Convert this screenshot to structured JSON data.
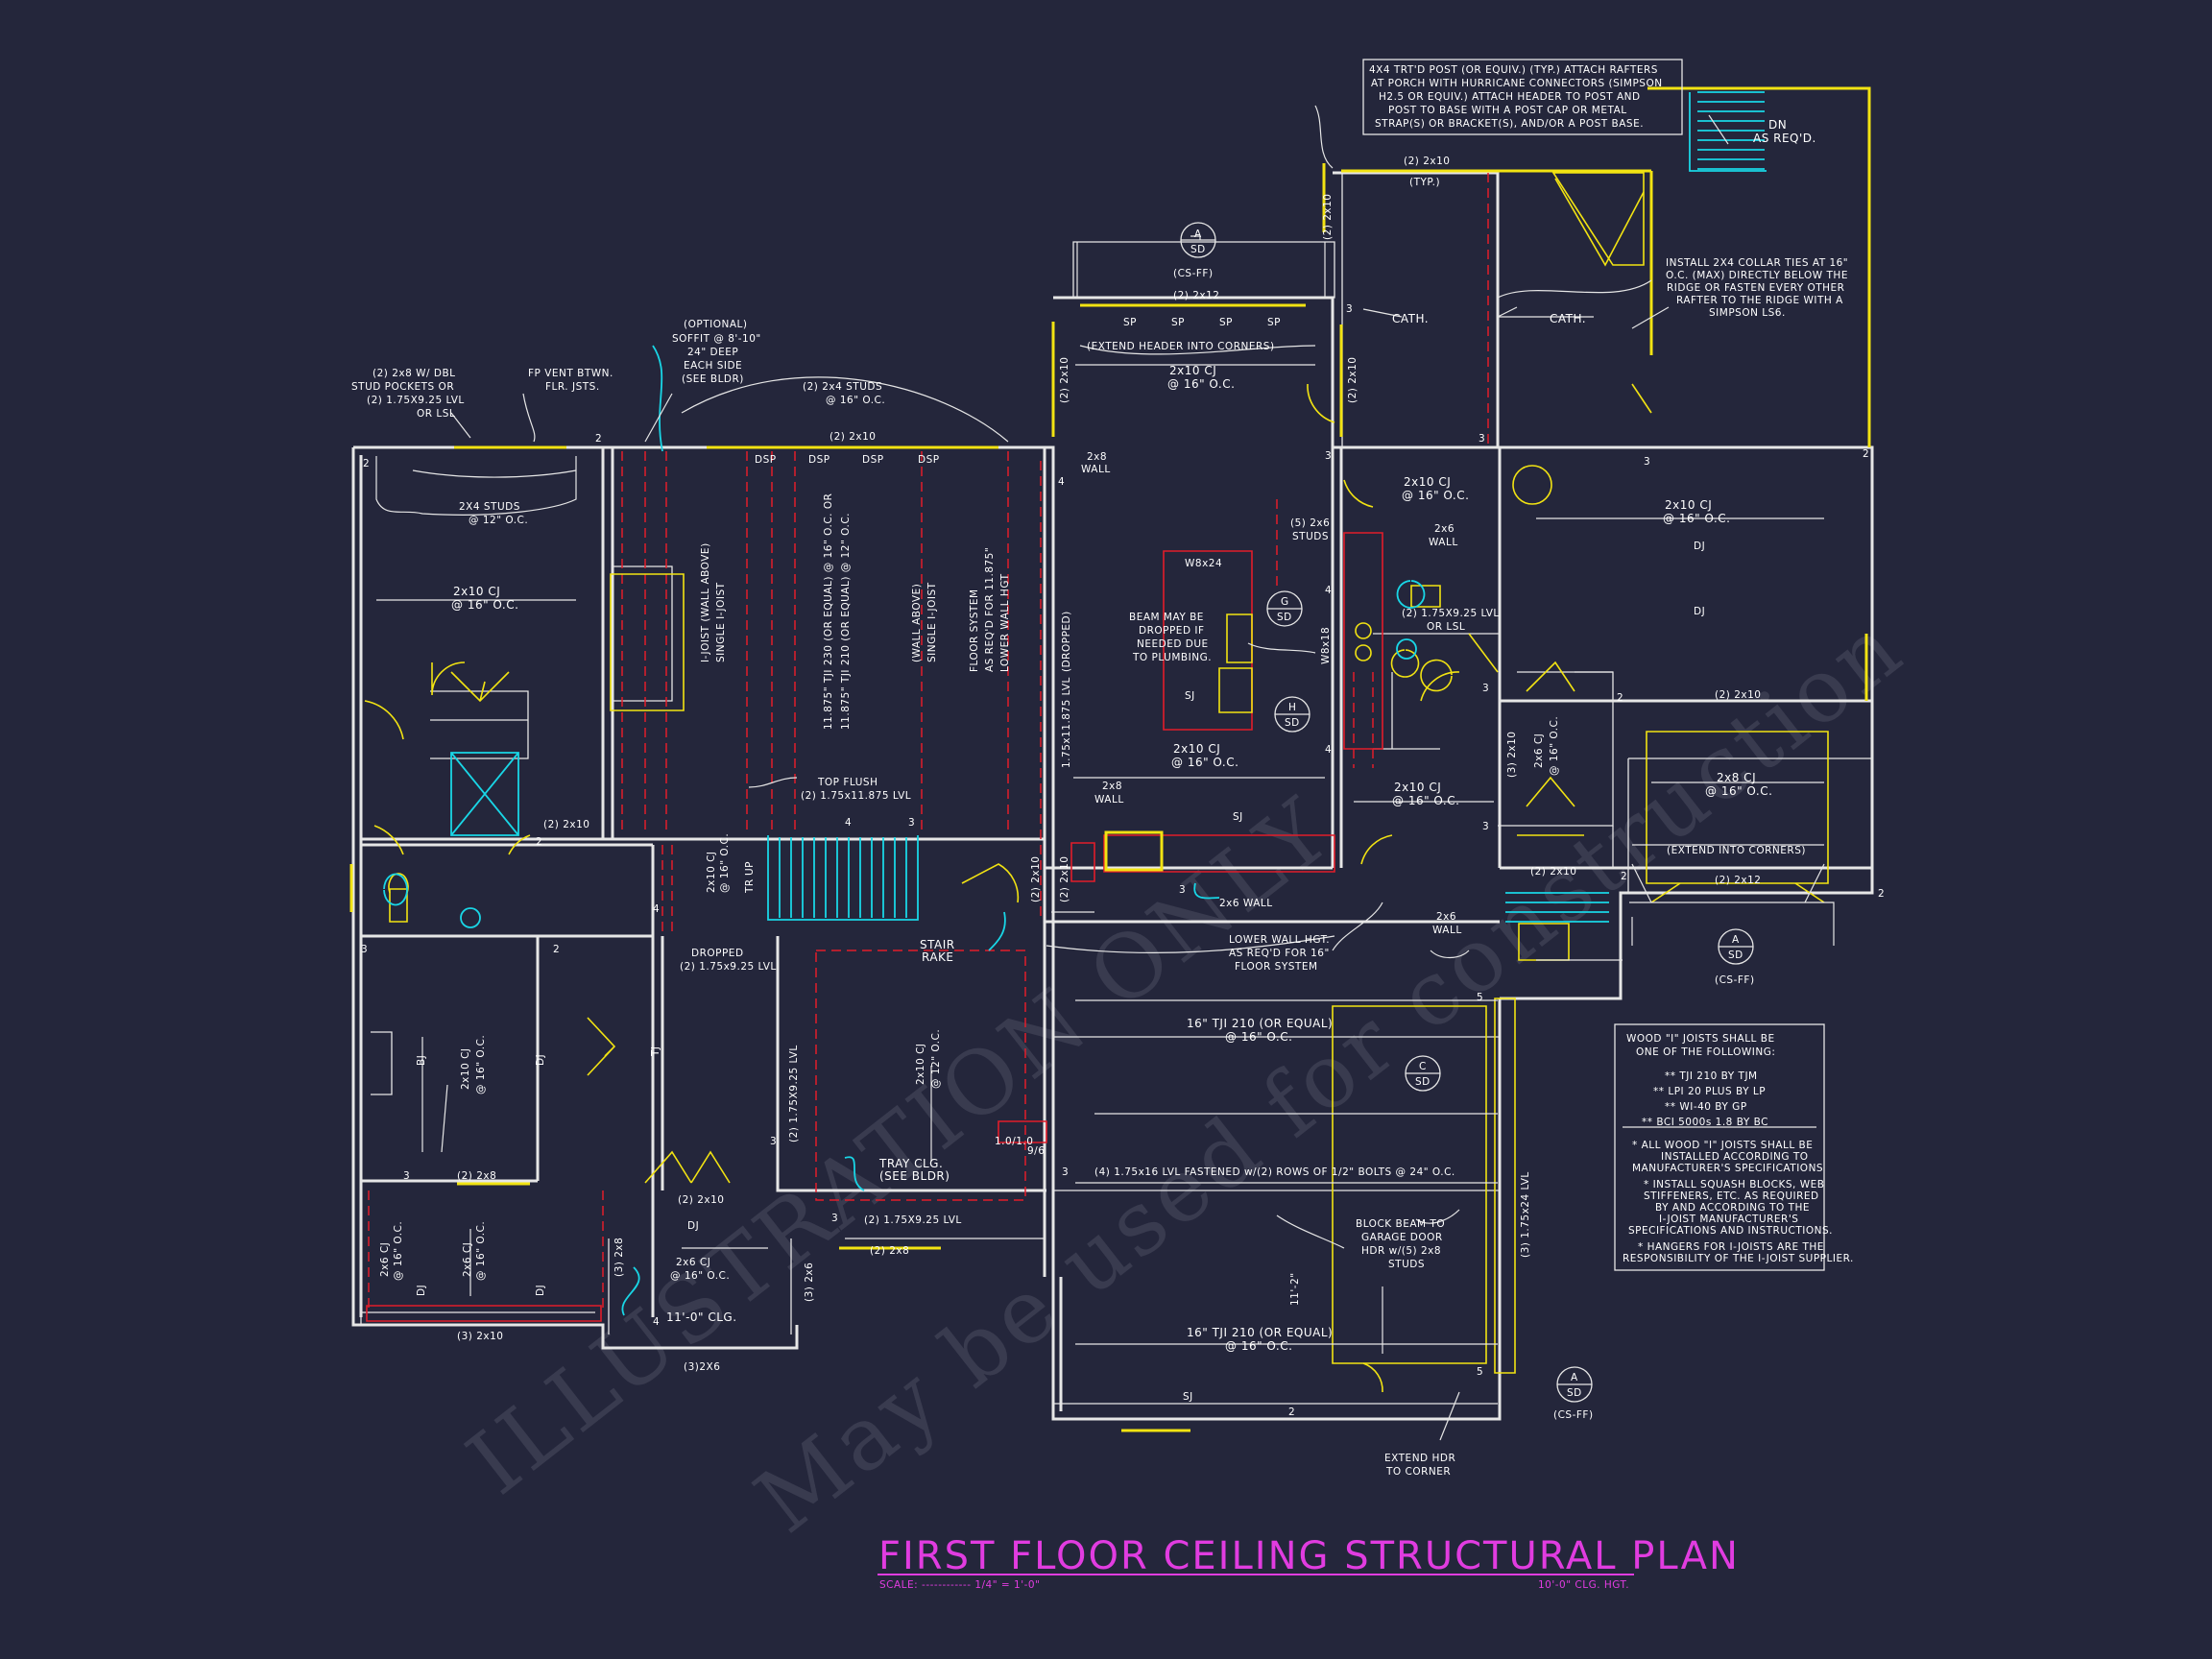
{
  "plan": {
    "title": "FIRST FLOOR CEILING STRUCTURAL PLAN",
    "scale": "SCALE: ------------ 1/4\" = 1'-0\"",
    "ceiling_height": "10'-0\" CLG. HGT.",
    "watermark": [
      "ILLUSTRATION ONLY",
      "May be used for construction"
    ],
    "colors": {
      "background": "#24263b",
      "walls": "#e6e6e6",
      "beams": "#f2e312",
      "joists": "#e11d2a",
      "stairs": "#19d6e6",
      "title": "#e13ce0"
    }
  },
  "labels": {
    "post_note": [
      "4X4 TRT'D POST (OR EQUIV.) (TYP.) ATTACH RAFTERS",
      "AT PORCH WITH HURRICANE CONNECTORS (SIMPSON",
      "H2.5 OR EQUIV.) ATTACH HEADER TO POST AND",
      "POST TO BASE WITH A POST CAP OR METAL",
      "STRAP(S) OR BRACKET(S), AND/OR A POST BASE."
    ],
    "dn": "DN",
    "as_reqd": "AS REQ'D.",
    "porch_header": "(2) 2x10",
    "typ": "(TYP.)",
    "cath_1": "CATH.",
    "cath_2": "CATH.",
    "collar_note": [
      "INSTALL 2X4 COLLAR TIES AT 16\"",
      "O.C. (MAX) DIRECTLY BELOW THE",
      "RIDGE OR FASTEN EVERY OTHER",
      "RAFTER TO THE RIDGE WITH A",
      "SIMPSON LS6."
    ],
    "sd_a": "A",
    "sd_label": "SD",
    "cs_ff": "(CS-FF)",
    "header_2x12": "(2) 2x12",
    "sp": "SP",
    "extend_header_corners": "(EXTEND HEADER INTO CORNERS)",
    "cj_2x10": "2x10 CJ",
    "oc16": "@ 16\" O.C.",
    "oc12": "@ 12\" O.C.",
    "wall_2x8": [
      "2x8",
      "WALL"
    ],
    "optional_soffit": [
      "(OPTIONAL)",
      "SOFFIT @ 8'-10\"",
      "24\" DEEP",
      "EACH SIDE",
      "(SEE BLDR)"
    ],
    "fp_vent": [
      "FP VENT BTWN.",
      "FLR. JSTS."
    ],
    "stud_pockets": [
      "(2) 2x8 W/ DBL",
      "STUD POCKETS OR",
      "(2) 1.75X9.25 LVL",
      "OR LSL"
    ],
    "studs_2x4": "(2) 2x4 STUDS",
    "header_2x10": "(2) 2x10",
    "dsp": "DSP",
    "studs_2x4_12": [
      "2X4 STUDS",
      "@ 12\" O.C."
    ],
    "ijoist_wall_above": [
      "I-JOIST (WALL ABOVE)",
      "SINGLE I-JOIST"
    ],
    "tji_230": "11.875\" TJI 230 (OR EQUAL) @ 16\" O.C. OR",
    "tji_210": "11.875\" TJI 210 (OR EQUAL) @ 12\" O.C.",
    "wall_above": [
      "(WALL ABOVE)",
      "SINGLE I-JOIST"
    ],
    "floor_system": [
      "FLOOR SYSTEM",
      "AS REQ'D FOR 11.875\"",
      "LOWER WALL HGT"
    ],
    "dropped": "(DROPPED)",
    "lvl_1175": "1.75x11.875 LVL",
    "beam_w8x24": "W8x24",
    "beam_dropped": [
      "BEAM MAY BE",
      "DROPPED IF",
      "NEEDED DUE",
      "TO PLUMBING."
    ],
    "sd_g": "G",
    "sd_h": "H",
    "sj": "SJ",
    "w8x18": "W8x18",
    "studs_5_2x6": [
      "(5) 2x6",
      "STUDS"
    ],
    "wall_2x6": [
      "2x6",
      "WALL"
    ],
    "lvl_925_lsl": [
      "(2) 1.75X9.25 LVL",
      "OR LSL"
    ],
    "dj": "DJ",
    "top_flush": [
      "TOP FLUSH",
      "(2) 1.75x11.875 LVL"
    ],
    "header_2x10_short": "(2) 2x10",
    "up": "UP",
    "tr": "TR",
    "stair_rake": [
      "STAIR",
      "RAKE"
    ],
    "wall_2x6_horizontal": "2x6 WALL",
    "dropped_lvl": [
      "DROPPED",
      "(2) 1.75x9.25 LVL"
    ],
    "lvl_925": "(2) 1.75X9.25 LVL",
    "tray_clg": [
      "TRAY CLG.",
      "(SEE BLDR)"
    ],
    "lvl_925_bottom": "(2) 1.75X9.25 LVL",
    "header_2x8": "(2) 2x8",
    "lower_wall": [
      "LOWER WALL HGT.",
      "AS REQ'D FOR 16\"",
      "FLOOR SYSTEM"
    ],
    "tji_16_210": "16\" TJI 210 (OR EQUAL)",
    "lvl_fastened": "(4) 1.75x16 LVL FASTENED w/(2) ROWS OF 1/2\" BOLTS @ 24\" O.C.",
    "block_beam": [
      "BLOCK BEAM TO",
      "GARAGE DOOR",
      "HDR w/(5) 2x8",
      "STUDS"
    ],
    "dim_11_2": "11'-2\"",
    "lvl_3_175x24": "(3) 1.75x24 LVL",
    "sd_c": "C",
    "extend_hdr": [
      "EXTEND HDR",
      "TO CORNER"
    ],
    "cj_2x8": "2x8 CJ",
    "extend_into_corners": "(EXTEND INTO CORNERS)",
    "cj_2x6": "2x6 CJ",
    "clg_11": "11'-0\" CLG.",
    "header_3_2x10": "(3) 2x10",
    "header_3_2x8": "(3) 2x8",
    "header_3_2x6": "(3) 2x6",
    "post_3_2x6": "(3)2X6",
    "lvl_ibd": "1.0/1.0",
    "lvl_96": "9/6",
    "tj": "TJ",
    "bj": "BJ",
    "num_2": "2",
    "num_3": "3",
    "num_4": "4",
    "num_5": "5"
  },
  "notes": {
    "heading": [
      "WOOD \"I\" JOISTS SHALL BE",
      "ONE OF THE FOLLOWING:"
    ],
    "options": [
      "** TJI 210 BY TJM",
      "** LPI 20 PLUS BY LP",
      "** WI-40 BY GP",
      "** BCI 5000s 1.8 BY BC"
    ],
    "items": [
      "* ALL WOOD \"I\" JOISTS SHALL BE",
      "INSTALLED ACCORDING TO",
      "MANUFACTURER'S SPECIFICATIONS",
      "* INSTALL SQUASH BLOCKS, WEB",
      "STIFFENERS, ETC. AS REQUIRED",
      "BY AND ACCORDING TO THE",
      "I-JOIST MANUFACTURER'S",
      "SPECIFICATIONS AND INSTRUCTIONS.",
      "* HANGERS FOR I-JOISTS ARE THE",
      "RESPONSIBILITY OF THE I-JOIST SUPPLIER."
    ]
  }
}
